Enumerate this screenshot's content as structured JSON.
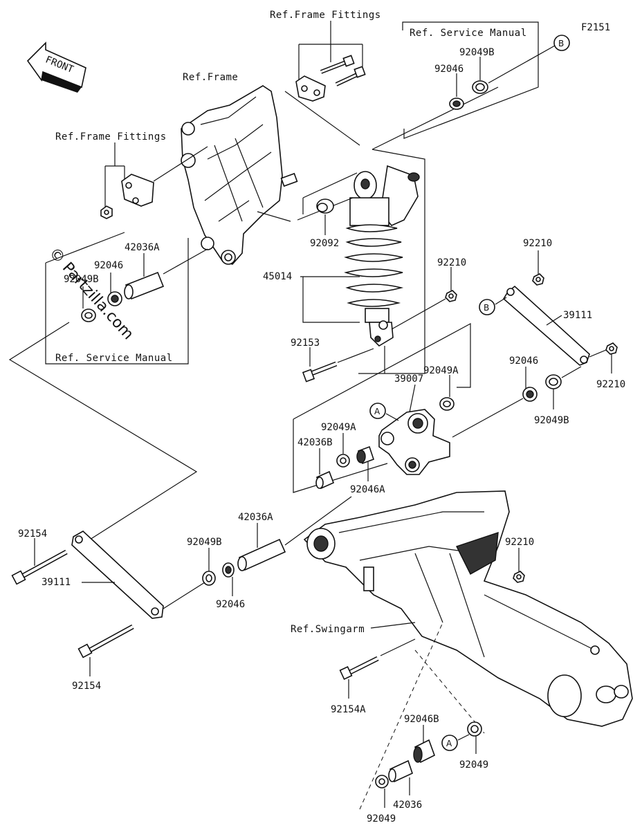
{
  "diagram_id": "F2151",
  "front_label": "FRONT",
  "watermark": "© Partzilla.com",
  "refs": {
    "frame_fittings_top": "Ref.Frame Fittings",
    "frame": "Ref.Frame",
    "frame_fittings_left": "Ref.Frame Fittings",
    "service_manual_top": "Ref. Service Manual",
    "service_manual_left": "Ref. Service Manual",
    "swingarm": "Ref.Swingarm"
  },
  "callouts": {
    "A": "A",
    "B": "B"
  },
  "parts": {
    "p92049B_top": "92049B",
    "p92046_top": "92046",
    "p92092": "92092",
    "p45014": "45014",
    "p92210_shock": "92210",
    "p92153": "92153",
    "p42036A_left": "42036A",
    "p92046_left": "92046",
    "p92049B_left": "92049B",
    "p92210_link": "92210",
    "p39111_right": "39111",
    "p92210_right": "92210",
    "p92046_right": "92046",
    "p92049B_right": "92049B",
    "p39007": "39007",
    "p92049A_upper": "92049A",
    "p92049A_lower": "92049A",
    "p42036B": "42036B",
    "p92046A": "92046A",
    "p42036A_mid": "42036A",
    "p92154_top": "92154",
    "p39111_left": "39111",
    "p92049B_mid": "92049B",
    "p92046_mid": "92046",
    "p92210_swing": "92210",
    "p92154_bottom": "92154",
    "p92154A": "92154A",
    "p92046B": "92046B",
    "p92049_right": "92049",
    "p42036": "42036",
    "p92049_bottom": "92049"
  }
}
